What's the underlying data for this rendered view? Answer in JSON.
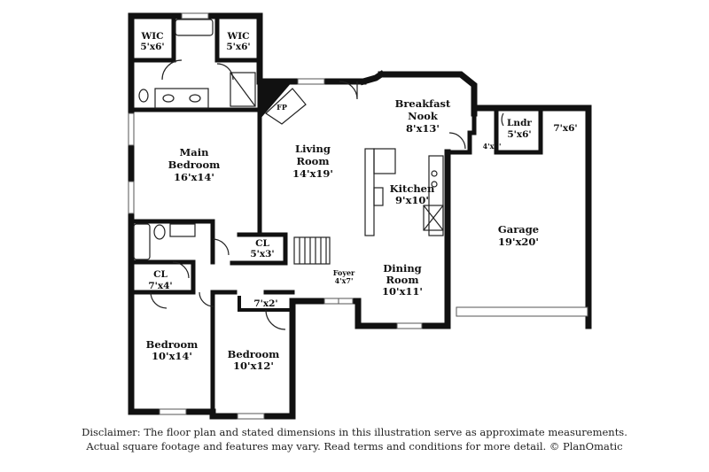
{
  "rooms": {
    "wic_left": {
      "name": "WIC",
      "dims": "5'x6'"
    },
    "wic_right": {
      "name": "WIC",
      "dims": "5'x6'"
    },
    "main_bedroom": {
      "name1": "Main",
      "name2": "Bedroom",
      "dims": "16'x14'"
    },
    "living_room": {
      "name1": "Living",
      "name2": "Room",
      "dims": "14'x19'"
    },
    "breakfast_nook": {
      "name1": "Breakfast",
      "name2": "Nook",
      "dims": "8'x13'"
    },
    "laundry": {
      "name": "Lndr",
      "dims": "5'x6'"
    },
    "storage": {
      "dims": "7'x6'"
    },
    "pantry": {
      "dims": "4'x3'"
    },
    "kitchen": {
      "name": "Kitchen",
      "dims": "9'x10'"
    },
    "garage": {
      "name": "Garage",
      "dims": "19'x20'"
    },
    "closet_hall": {
      "name": "CL",
      "dims": "5'x3'"
    },
    "closet_left": {
      "name": "CL",
      "dims": "7'x4'"
    },
    "foyer": {
      "name": "Foyer",
      "dims": "4'x7'"
    },
    "dining_room": {
      "name1": "Dining",
      "name2": "Room",
      "dims": "10'x11'"
    },
    "closet_bedroom": {
      "dims": "7'x2'"
    },
    "bedroom_left": {
      "name": "Bedroom",
      "dims": "10'x14'"
    },
    "bedroom_right": {
      "name": "Bedroom",
      "dims": "10'x12'"
    },
    "fireplace": {
      "name": "FP"
    }
  },
  "disclaimer": {
    "line1": "Disclaimer: The floor plan and stated dimensions in this illustration serve as approximate measurements.",
    "line2": "Actual square footage and features may vary. Read terms and conditions for more detail. © PlanOmatic"
  }
}
